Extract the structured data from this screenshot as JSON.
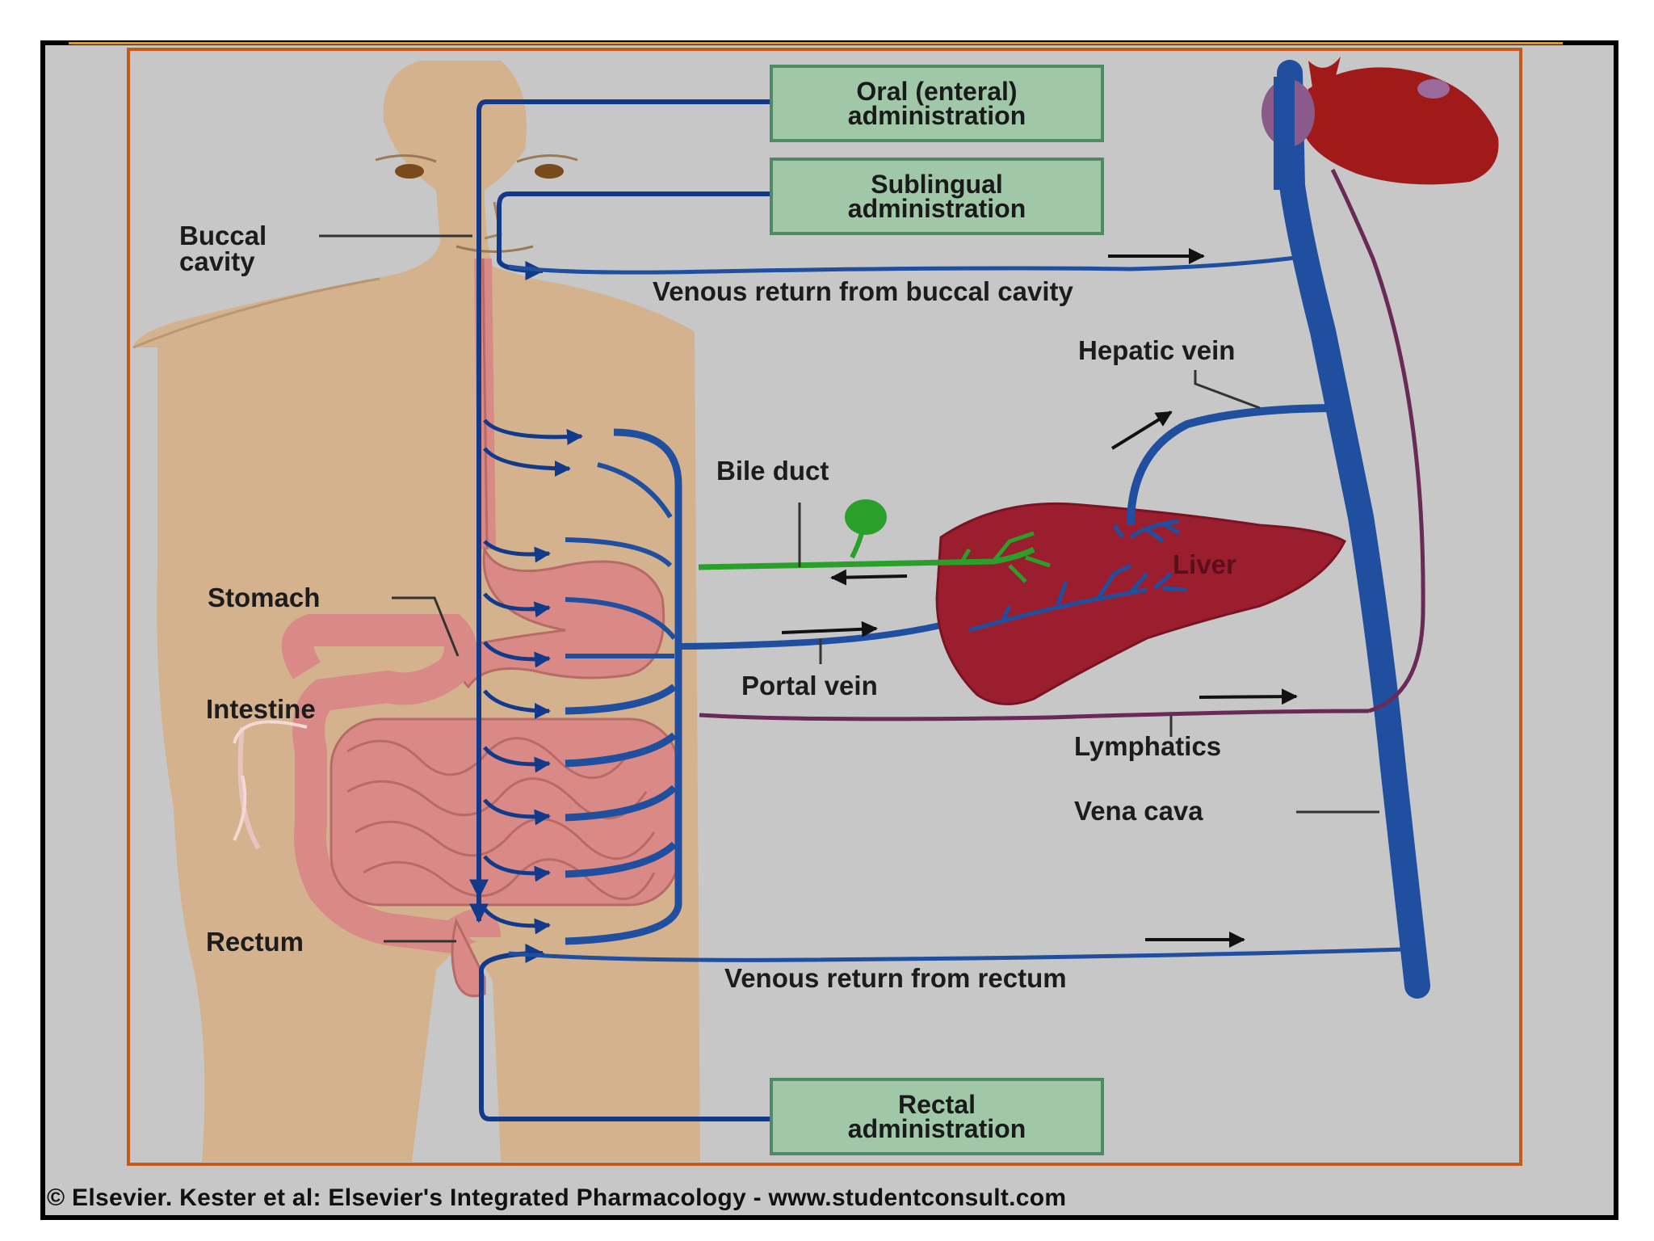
{
  "boxes": {
    "oral": "Oral (enteral)\nadministration",
    "sublingual": "Sublingual\nadministration",
    "rectal": "Rectal\nadministration"
  },
  "labels": {
    "buccal_cavity": "Buccal\ncavity",
    "stomach": "Stomach",
    "intestine": "Intestine",
    "rectum": "Rectum",
    "venous_return_buccal": "Venous return from buccal cavity",
    "hepatic_vein": "Hepatic vein",
    "bile_duct": "Bile duct",
    "liver": "Liver",
    "portal_vein": "Portal vein",
    "lymphatics": "Lymphatics",
    "vena_cava": "Vena cava",
    "venous_return_rectum": "Venous return from rectum"
  },
  "credit": "© Elsevier. Kester et al: Elsevier's Integrated Pharmacology - www.studentconsult.com",
  "colors": {
    "vein": "#1f4f9e",
    "arrow": "#123a8a",
    "bile": "#2aa02a",
    "liver": "#9b1e2e",
    "heart": "#a11a1a",
    "lymph": "#6a2a58",
    "skin": "#d4b28e",
    "gut": "#d98a86",
    "box_fill": "#9fc7a8"
  }
}
